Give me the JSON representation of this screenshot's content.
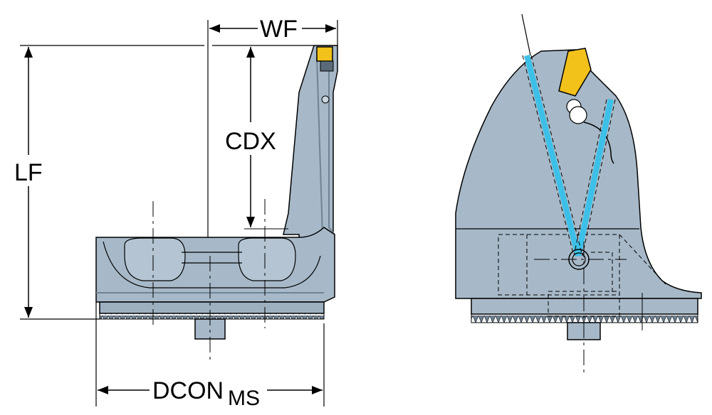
{
  "dimensions": {
    "wf": "WF",
    "cdx": "CDX",
    "lf": "LF",
    "dcon_main": "DCON",
    "dcon_sub": "MS"
  },
  "colors": {
    "body": "#a7b9c8",
    "body_dark": "#8fa3b3",
    "body_shadow": "#7f93a4",
    "insert": "#f2c21b",
    "coolant": "#3cc0e8",
    "line": "#000000"
  }
}
